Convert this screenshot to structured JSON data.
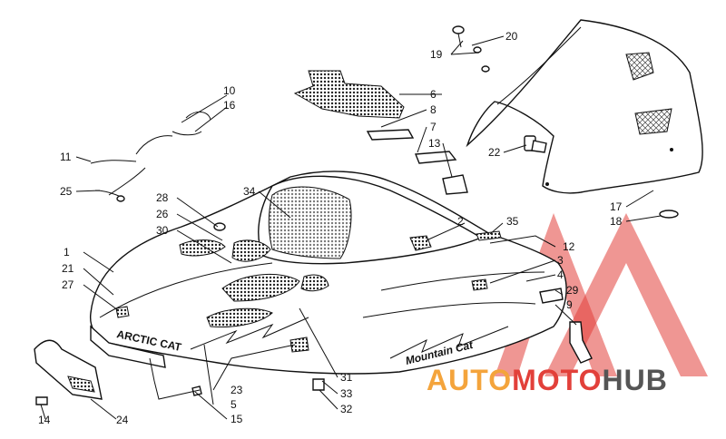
{
  "watermark": {
    "word_part1": "AUTO",
    "word_part2": "MOTO",
    "word_part3": "HUB",
    "color_red": "#e2403a",
    "color_orange": "#f4a43c",
    "color_dark": "#555555"
  },
  "decals": {
    "hood_brand": "ARCTIC CAT",
    "side_model": "Mountain Cat"
  },
  "callouts": [
    {
      "label": "1"
    },
    {
      "label": "2"
    },
    {
      "label": "3"
    },
    {
      "label": "4"
    },
    {
      "label": "5"
    },
    {
      "label": "6"
    },
    {
      "label": "7"
    },
    {
      "label": "8"
    },
    {
      "label": "9"
    },
    {
      "label": "10"
    },
    {
      "label": "11"
    },
    {
      "label": "12"
    },
    {
      "label": "13"
    },
    {
      "label": "14"
    },
    {
      "label": "15"
    },
    {
      "label": "16"
    },
    {
      "label": "17"
    },
    {
      "label": "18"
    },
    {
      "label": "19"
    },
    {
      "label": "20"
    },
    {
      "label": "21"
    },
    {
      "label": "22"
    },
    {
      "label": "23"
    },
    {
      "label": "24"
    },
    {
      "label": "25"
    },
    {
      "label": "26"
    },
    {
      "label": "27"
    },
    {
      "label": "28"
    },
    {
      "label": "29"
    },
    {
      "label": "30"
    },
    {
      "label": "31"
    },
    {
      "label": "32"
    },
    {
      "label": "33"
    },
    {
      "label": "34"
    },
    {
      "label": "35"
    }
  ]
}
